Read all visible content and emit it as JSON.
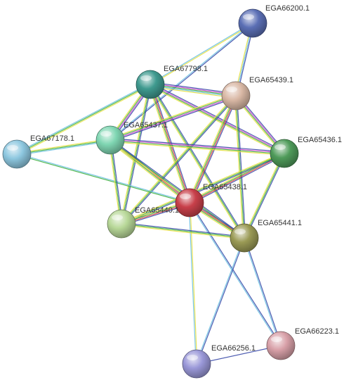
{
  "network": {
    "nodes": [
      {
        "id": "EGA66200.1",
        "label": "EGA66200.1",
        "color": "#5b6fb5"
      },
      {
        "id": "EGA67798.1",
        "label": "EGA67798.1",
        "color": "#3f9a8f"
      },
      {
        "id": "EGA65439.1",
        "label": "EGA65439.1",
        "color": "#d9b8a5"
      },
      {
        "id": "EGA67178.1",
        "label": "EGA67178.1",
        "color": "#8ec8e0"
      },
      {
        "id": "EGA65437.1",
        "label": "EGA65437.1",
        "color": "#7fd6b2"
      },
      {
        "id": "EGA65436.1",
        "label": "EGA65436.1",
        "color": "#4f9b5a"
      },
      {
        "id": "EGA65438.1",
        "label": "EGA65438.1",
        "color": "#c8404a"
      },
      {
        "id": "EGA65440.1",
        "label": "EGA65440.1",
        "color": "#b8d898"
      },
      {
        "id": "EGA65441.1",
        "label": "EGA65441.1",
        "color": "#9a9a55"
      },
      {
        "id": "EGA66223.1",
        "label": "EGA66223.1",
        "color": "#d8a0a8"
      },
      {
        "id": "EGA66256.1",
        "label": "EGA66256.1",
        "color": "#9a98d8"
      }
    ],
    "edges": [
      {
        "source": "EGA66200.1",
        "target": "EGA67798.1",
        "colors": [
          "#e8e040",
          "#6ac0e0"
        ]
      },
      {
        "source": "EGA66200.1",
        "target": "EGA65439.1",
        "colors": [
          "#3a4aa8",
          "#6ac0e0",
          "#e8e040"
        ]
      },
      {
        "source": "EGA66200.1",
        "target": "EGA65437.1",
        "colors": [
          "#3a4aa8",
          "#6ac0e0"
        ]
      },
      {
        "source": "EGA67798.1",
        "target": "EGA65439.1",
        "colors": [
          "#3a4aa8",
          "#d04ad0",
          "#40b040",
          "#6ac0e0",
          "#e8e040"
        ]
      },
      {
        "source": "EGA67798.1",
        "target": "EGA67178.1",
        "colors": [
          "#e8e040",
          "#40b040",
          "#6ac0e0"
        ]
      },
      {
        "source": "EGA67798.1",
        "target": "EGA65437.1",
        "colors": [
          "#3a4aa8",
          "#d04ad0",
          "#40b040",
          "#e8e040"
        ]
      },
      {
        "source": "EGA67798.1",
        "target": "EGA65436.1",
        "colors": [
          "#3a4aa8",
          "#d04ad0",
          "#40b040",
          "#e8e040"
        ]
      },
      {
        "source": "EGA67798.1",
        "target": "EGA65438.1",
        "colors": [
          "#3a4aa8",
          "#e04040",
          "#40b040",
          "#e8e040"
        ]
      },
      {
        "source": "EGA67798.1",
        "target": "EGA65440.1",
        "colors": [
          "#3a4aa8",
          "#40b040",
          "#e8e040"
        ]
      },
      {
        "source": "EGA67798.1",
        "target": "EGA65441.1",
        "colors": [
          "#3a4aa8",
          "#40b040",
          "#e8e040"
        ]
      },
      {
        "source": "EGA65439.1",
        "target": "EGA65437.1",
        "colors": [
          "#3a4aa8",
          "#d04ad0",
          "#40b040",
          "#e8e040"
        ]
      },
      {
        "source": "EGA65439.1",
        "target": "EGA65436.1",
        "colors": [
          "#3a4aa8",
          "#d04ad0",
          "#40b040",
          "#e8e040"
        ]
      },
      {
        "source": "EGA65439.1",
        "target": "EGA65438.1",
        "colors": [
          "#3a4aa8",
          "#e04040",
          "#40b040",
          "#e8e040"
        ]
      },
      {
        "source": "EGA65439.1",
        "target": "EGA65440.1",
        "colors": [
          "#3a4aa8",
          "#40b040",
          "#e8e040"
        ]
      },
      {
        "source": "EGA65439.1",
        "target": "EGA65441.1",
        "colors": [
          "#3a4aa8",
          "#40b040",
          "#e8e040"
        ]
      },
      {
        "source": "EGA67178.1",
        "target": "EGA65437.1",
        "colors": [
          "#e8e040",
          "#40b040",
          "#6ac0e0"
        ]
      },
      {
        "source": "EGA67178.1",
        "target": "EGA65438.1",
        "colors": [
          "#6ac0e0",
          "#40b040"
        ]
      },
      {
        "source": "EGA65437.1",
        "target": "EGA65436.1",
        "colors": [
          "#3a4aa8",
          "#d04ad0",
          "#40b040",
          "#e8e040"
        ]
      },
      {
        "source": "EGA65437.1",
        "target": "EGA65438.1",
        "colors": [
          "#3a4aa8",
          "#e04040",
          "#40b040",
          "#e8e040"
        ]
      },
      {
        "source": "EGA65437.1",
        "target": "EGA65440.1",
        "colors": [
          "#3a4aa8",
          "#40b040",
          "#e8e040"
        ]
      },
      {
        "source": "EGA65437.1",
        "target": "EGA65441.1",
        "colors": [
          "#3a4aa8",
          "#40b040",
          "#e8e040"
        ]
      },
      {
        "source": "EGA65436.1",
        "target": "EGA65438.1",
        "colors": [
          "#3a4aa8",
          "#e04040",
          "#40b040",
          "#e8e040"
        ]
      },
      {
        "source": "EGA65436.1",
        "target": "EGA65440.1",
        "colors": [
          "#3a4aa8",
          "#40b040",
          "#e8e040"
        ]
      },
      {
        "source": "EGA65436.1",
        "target": "EGA65441.1",
        "colors": [
          "#3a4aa8",
          "#40b040",
          "#e8e040"
        ]
      },
      {
        "source": "EGA65438.1",
        "target": "EGA65440.1",
        "colors": [
          "#3a4aa8",
          "#e04040",
          "#40b040",
          "#e8e040"
        ]
      },
      {
        "source": "EGA65438.1",
        "target": "EGA65441.1",
        "colors": [
          "#3a4aa8",
          "#e04040",
          "#40b040",
          "#e8e040"
        ]
      },
      {
        "source": "EGA65438.1",
        "target": "EGA66223.1",
        "colors": [
          "#3a4aa8",
          "#6ac0e0"
        ]
      },
      {
        "source": "EGA65438.1",
        "target": "EGA66256.1",
        "colors": [
          "#e8e040",
          "#6ac0e0"
        ]
      },
      {
        "source": "EGA65440.1",
        "target": "EGA65441.1",
        "colors": [
          "#3a4aa8",
          "#40b040",
          "#e8e040"
        ]
      },
      {
        "source": "EGA65441.1",
        "target": "EGA66223.1",
        "colors": [
          "#3a4aa8",
          "#6ac0e0"
        ]
      },
      {
        "source": "EGA65441.1",
        "target": "EGA66256.1",
        "colors": [
          "#3a4aa8",
          "#6ac0e0"
        ]
      },
      {
        "source": "EGA66256.1",
        "target": "EGA66223.1",
        "colors": [
          "#3a4aa8"
        ]
      }
    ]
  }
}
